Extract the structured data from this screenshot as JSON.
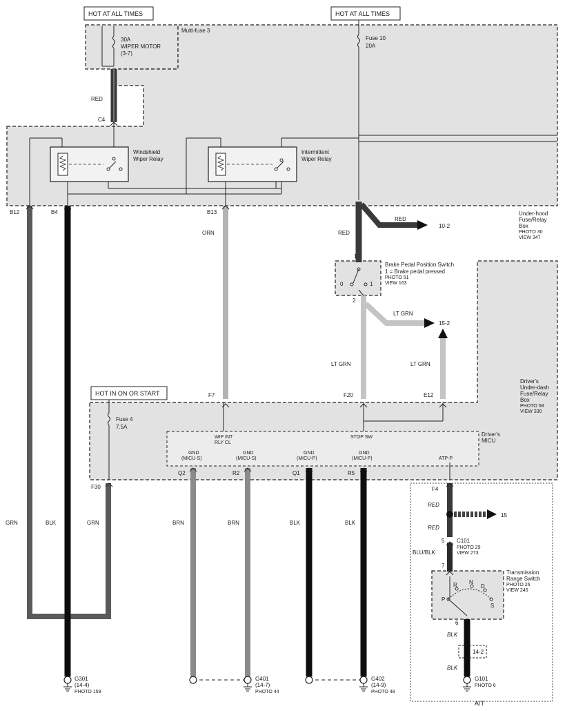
{
  "hot_labels": {
    "left_top": "HOT AT ALL TIMES",
    "right_top": "HOT AT ALL TIMES",
    "mid": "HOT IN ON OR START"
  },
  "multifuse": {
    "title": "Multi-fuse 3",
    "rating": "30A",
    "name": "WIPER MOTOR",
    "ref": "(3-7)"
  },
  "fuse10": {
    "name": "Fuse 10",
    "rating": "20A"
  },
  "fuse4": {
    "name": "Fuse 4",
    "rating": "7.5A"
  },
  "relays": {
    "windshield_line1": "Windshield",
    "windshield_line2": "Wiper Relay",
    "intermittent_line1": "Intermittent",
    "intermittent_line2": "Wiper Relay"
  },
  "underhood": {
    "line1": "Under-hood",
    "line2": "Fuse/Relay",
    "line3": "Box",
    "photo": "PHOTO 30",
    "view": "VIEW 347"
  },
  "underdash": {
    "line1": "Driver's",
    "line2": "Under-dash",
    "line3": "Fuse/Relay",
    "line4": "Box",
    "photo": "PHOTO 58",
    "view": "VIEW 330"
  },
  "micu": {
    "line1": "Driver's",
    "line2": "MICU",
    "wip_line1": "WIP INT",
    "wip_line2": "RLY CL",
    "stop_sw": "STOP SW",
    "atp": "ATP-P",
    "gnd": "GND",
    "gnd_micu_s": "(MICU-S)",
    "gnd_micu_p": "(MICU-P)"
  },
  "brake_switch": {
    "title": "Brake Pedal Position Switch",
    "desc": "1 = Brake pedal pressed",
    "photo": "PHOTO 51",
    "view": "VIEW 163",
    "pin1": "1",
    "pin2": "2",
    "pos0": "0",
    "pos1": "1"
  },
  "trs": {
    "line1": "Transmission",
    "line2": "Range Switch",
    "photo": "PHOTO 26",
    "view": "VIEW 245",
    "p": "P",
    "r": "R",
    "n": "N",
    "d": "D",
    "s": "S",
    "pin6": "6",
    "pin5": "5",
    "pin7": "7"
  },
  "connectors": {
    "c4": "C4",
    "b12": "B12",
    "b4": "B4",
    "b13": "B13",
    "f7": "F7",
    "f20": "F20",
    "e12": "E12",
    "f30": "F30",
    "q2": "Q2",
    "r2": "R2",
    "q1": "Q1",
    "r5": "R5",
    "f4": "F4",
    "c101": "C101",
    "c101_photo": "PHOTO 29",
    "c101_view": "VIEW 273"
  },
  "wires": {
    "red": "RED",
    "orn": "ORN",
    "lt_grn": "LT GRN",
    "grn": "GRN",
    "blk": "BLK",
    "brn": "BRN",
    "blu_blk": "BLU/BLK"
  },
  "refs": {
    "r10_2": "10-2",
    "r15_2": "15-2",
    "r15": "15",
    "r14_2": "14-2"
  },
  "grounds": {
    "g301": "G301",
    "g301_ref": "(14-4)",
    "g301_photo": "PHOTO 159",
    "g401": "G401",
    "g401_ref": "(14-7)",
    "g401_photo": "PHOTO 44",
    "g402": "G402",
    "g402_ref": "(14-9)",
    "g402_photo": "PHOTO 48",
    "g101": "G101",
    "g101_photo": "PHOTO 6"
  },
  "at_label": "A/T",
  "colors": {
    "box_fill": "#e2e2e2",
    "wire_red": "#3a3a3a",
    "wire_blk": "#0d0d0d",
    "wire_grn": "#5a5a5a",
    "wire_brn": "#8a8a8a",
    "wire_orn": "#b3b3b3",
    "wire_ltgrn": "#c4c4c4"
  }
}
